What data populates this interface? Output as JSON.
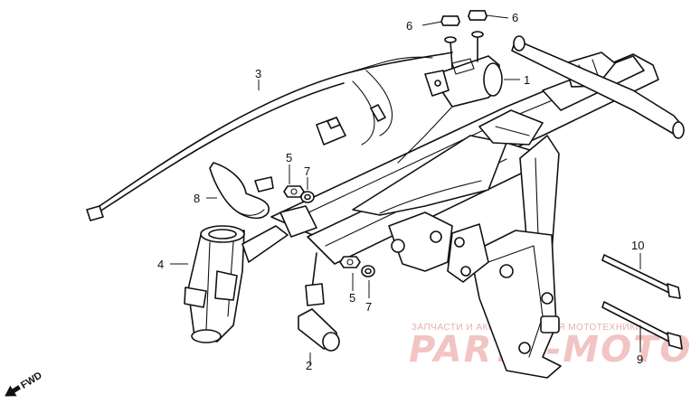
{
  "callouts": {
    "p1": "1",
    "p2": "2",
    "p3": "3",
    "p4": "4",
    "p5a": "5",
    "p5b": "5",
    "p6a": "6",
    "p6b": "6",
    "p7a": "7",
    "p7b": "7",
    "p8": "8",
    "p9": "9",
    "p10": "10"
  },
  "direction_marker": "FWD",
  "watermark": {
    "subtitle": "ЗАПЧАСТИ И АКСЕССУАРЫ ДЛЯ МОТОТЕХНИКИ",
    "brand": "PARTS-MOTOR.RU"
  },
  "colors": {
    "line": "#111111",
    "watermark": "#f2c4c4"
  }
}
